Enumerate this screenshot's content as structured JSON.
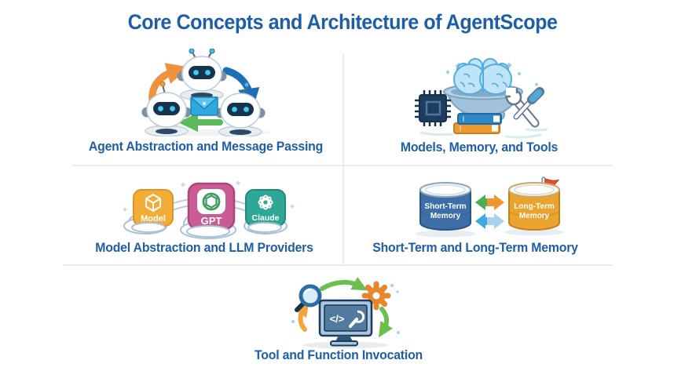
{
  "title": "Core Concepts and Architecture of AgentScope",
  "sections": {
    "agents": {
      "label": "Agent Abstraction and Message Passing"
    },
    "models_memory_tools": {
      "label": "Models, Memory, and Tools"
    },
    "model_abstraction": {
      "label": "Model Abstraction and LLM Providers",
      "badges": [
        "Model",
        "GPT",
        "Claude"
      ]
    },
    "memory": {
      "label": "Short-Term and Long-Term Memory",
      "short_term_line1": "Short-Term",
      "short_term_line2": "Memory",
      "long_term_line1": "Long-Term",
      "long_term_line2": "Memory"
    },
    "tool_invocation": {
      "label": "Tool and Function Invocation",
      "screen_code": "</>"
    }
  },
  "icons": {
    "agents": [
      "robot-icon",
      "robot-icon",
      "robot-icon",
      "envelope-icon",
      "orange-curved-arrow",
      "blue-curved-arrow",
      "green-left-arrow"
    ],
    "models_memory_tools": [
      "chip-icon",
      "brain-icon",
      "gear-bowl-icon",
      "books-icon",
      "wrench-screwdriver-icon",
      "sparkle-icons"
    ],
    "model_abstraction": [
      "model-badge",
      "gpt-badge",
      "claude-badge",
      "cloud-icons",
      "arc-bridge"
    ],
    "memory": [
      "database-cylinder-blue",
      "database-cylinder-orange",
      "flag-icon",
      "exchange-arrow-top",
      "exchange-arrow-bottom"
    ],
    "tool_invocation": [
      "magnifier-icon",
      "gear-icon",
      "monitor-code-icon",
      "green-arrows",
      "orange-curved-arrow"
    ]
  },
  "colors": {
    "heading_blue": "#1E5EA8",
    "divider_gray": "#ECECEC",
    "arrow_orange": "#F0913B",
    "arrow_blue": "#1D6FB8",
    "arrow_green": "#5CB95C",
    "envelope_blue": "#2FA8DF",
    "badge_model_orange": "#F3AC38",
    "badge_gpt_pink": "#CB5B95",
    "badge_claude_teal": "#2EA795",
    "cylinder_blue": "#3D6EA8",
    "cylinder_orange": "#EAA32F",
    "flag_red": "#E8502E",
    "gear_orange": "#E8862B",
    "brain_blue": "#BFE4F7",
    "monitor_screen_blue": "#527A9E"
  }
}
